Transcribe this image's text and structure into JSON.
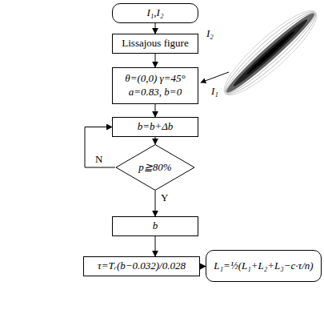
{
  "diagram": {
    "nodes": [
      {
        "text": [
          "I₁,I₂"
        ]
      },
      {
        "text": [
          "Lissajous figure"
        ]
      },
      {
        "text": [
          "θ=(0,0) γ=45° a=0.83, b=0"
        ]
      },
      {
        "text": [
          "b=b+Δb"
        ]
      },
      {
        "text": [
          "p≧80%"
        ]
      },
      {
        "text": [
          "b"
        ]
      },
      {
        "text": [
          "τ=Tᵣ(b−0.032)/0.028"
        ]
      },
      {
        "text": [
          "L₁=½(L₁+L₂+L₃−c·τ/n)"
        ]
      }
    ],
    "edges": [
      {
        "from": 0,
        "to": 1,
        "arrow": "to"
      },
      {
        "from": 1,
        "to": 2,
        "arrow": "to"
      },
      {
        "from": 2,
        "to": 3,
        "arrow": "to"
      },
      {
        "from": 3,
        "to": 4,
        "arrow": "to"
      },
      {
        "from": 4,
        "to": 3,
        "label": "N",
        "arrow": "to"
      },
      {
        "from": 4,
        "to": 5,
        "label": "Y",
        "arrow": "to"
      },
      {
        "from": 5,
        "to": 6,
        "arrow": "to"
      },
      {
        "from": 6,
        "to": 7,
        "arrow": "to"
      }
    ],
    "labels": [
      "I₂",
      "I₁"
    ]
  }
}
